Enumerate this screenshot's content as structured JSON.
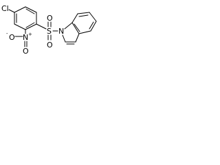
{
  "atoms": {
    "chlorine": "Cl",
    "nitro_oxygen_minus": "O",
    "minus_sign": "-",
    "nitro_nitrogen": "N",
    "plus_sign": "+",
    "nitro_oxygen_double": "O",
    "sulfonyl_oxygen_top": "O",
    "sulfur": "S",
    "sulfonyl_oxygen_bottom": "O",
    "indole_nitrogen": "N"
  },
  "colors": {
    "ink": "#000000",
    "background": "#ffffff"
  }
}
